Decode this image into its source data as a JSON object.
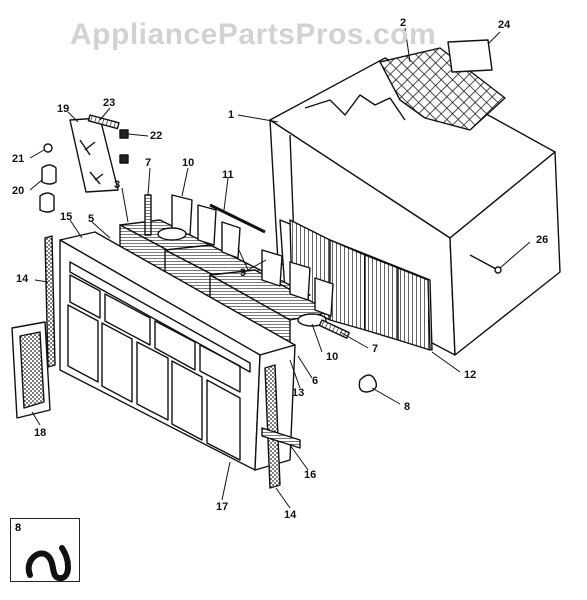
{
  "watermark": "AppliancePartsPros.com",
  "callouts": [
    {
      "id": "c1",
      "text": "1"
    },
    {
      "id": "c2",
      "text": "2"
    },
    {
      "id": "c24",
      "text": "24"
    },
    {
      "id": "c19",
      "text": "19"
    },
    {
      "id": "c23",
      "text": "23"
    },
    {
      "id": "c22",
      "text": "22"
    },
    {
      "id": "c21",
      "text": "21"
    },
    {
      "id": "c20",
      "text": "20"
    },
    {
      "id": "c3",
      "text": "3"
    },
    {
      "id": "c7a",
      "text": "7"
    },
    {
      "id": "c10a",
      "text": "10"
    },
    {
      "id": "c11",
      "text": "11"
    },
    {
      "id": "c15",
      "text": "15"
    },
    {
      "id": "c5",
      "text": "5"
    },
    {
      "id": "c14a",
      "text": "14"
    },
    {
      "id": "c9",
      "text": "9"
    },
    {
      "id": "c26",
      "text": "26"
    },
    {
      "id": "c10b",
      "text": "10"
    },
    {
      "id": "c7b",
      "text": "7"
    },
    {
      "id": "c13",
      "text": "13"
    },
    {
      "id": "c6",
      "text": "6"
    },
    {
      "id": "c12",
      "text": "12"
    },
    {
      "id": "c8",
      "text": "8"
    },
    {
      "id": "c18a",
      "text": "18"
    },
    {
      "id": "c16",
      "text": "16"
    },
    {
      "id": "c17",
      "text": "17"
    },
    {
      "id": "c14b",
      "text": "14"
    }
  ],
  "inset": {
    "label": "8"
  }
}
